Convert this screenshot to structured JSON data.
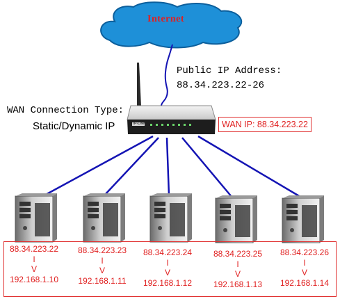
{
  "internet": {
    "label": "Internet"
  },
  "public_ip": {
    "title": "Public IP Address:",
    "range": "88.34.223.22-26"
  },
  "wan_connection": {
    "label": "WAN Connection Type:",
    "value": "Static/Dynamic IP"
  },
  "router": {
    "brand": "TP-LINK"
  },
  "wan_ip": {
    "label": "WAN IP: 88.34.223.22"
  },
  "hosts": [
    {
      "public": "88.34.223.22",
      "arrow": "I\nV",
      "private": "192.168.1.10"
    },
    {
      "public": "88.34.223.23",
      "arrow": "I\nV",
      "private": "192.168.1.11"
    },
    {
      "public": "88.34.223.24",
      "arrow": "I\nV",
      "private": "192.168.1.12"
    },
    {
      "public": "88.34.223.25",
      "arrow": "I\nV",
      "private": "192.168.1.13"
    },
    {
      "public": "88.34.223.26",
      "arrow": "I\nV",
      "private": "192.168.1.14"
    }
  ],
  "colors": {
    "cloud": "#1e90d8",
    "cloud_outline": "#0c5f9c",
    "links": "#1414b4",
    "labels_red": "#e02020"
  }
}
